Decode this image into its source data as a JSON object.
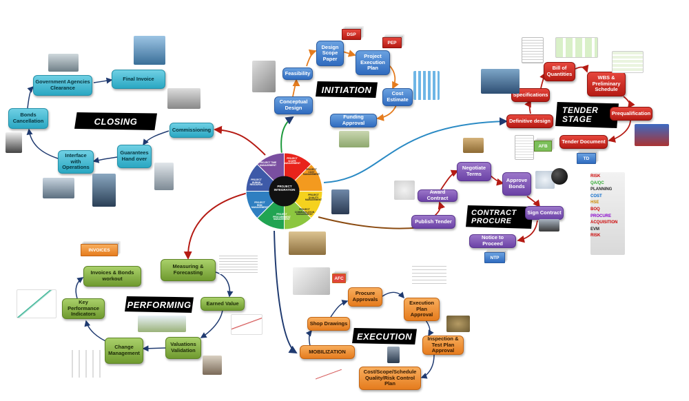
{
  "center": {
    "label": "PROJECT INTEGRATION",
    "segments": [
      "PROJECT SCOPE MANAGEMENT",
      "PROJECT COST MANAGEMENT",
      "PROJECT QUALITY MANAGEMENT",
      "PROJECT COMMUNICATION MANAGEMENT",
      "PROJECT PROCUREMENT MANAGEMENT",
      "PROJECT RISK MANAGEMENT",
      "PROJECT HUMAN RESOURCE",
      "PROJECT TIME MANAGEMENT"
    ]
  },
  "initiation": {
    "title": "INITIATION",
    "nodes": {
      "conceptual": "Conceptual Design",
      "feasibility": "Feasibility",
      "design_scope": "Design Scope Paper",
      "pep_plan": "Project Execution Plan",
      "cost": "Cost Estimate",
      "funding": "Funding Approval"
    },
    "docs": {
      "dsp": "DSP",
      "pep": "PEP"
    }
  },
  "tender": {
    "title": "TENDER STAGE",
    "nodes": {
      "definitive": "Definitive design",
      "specs": "Specifications",
      "boq": "Bill of Quantities",
      "wbs": "WBS & Preliminary Schedule",
      "prequal": "Prequalification",
      "tender_doc": "Tender Document"
    },
    "docs": {
      "afb": "AFB",
      "td": "TD"
    }
  },
  "contract": {
    "title": "CONTRACT PROCURE",
    "nodes": {
      "publish": "Publish Tender",
      "award": "Award Contract",
      "negotiate": "Negotiate Terms",
      "bonds": "Approve Bonds",
      "sign": "Sign Contract",
      "ntp": "Notice to Proceed"
    },
    "docs": {
      "ntp": "NTP"
    }
  },
  "risk_tags": [
    "RISK",
    "QA/QC",
    "PLANNING",
    "COST",
    "HSE",
    "BOQ",
    "PROCURE",
    "ACQUISITION",
    "EVM",
    "RISK"
  ],
  "execution": {
    "title": "EXECUTION",
    "nodes": {
      "mobilization": "MOBILIZATION",
      "shop": "Shop Drawings",
      "procure": "Procure Approvals",
      "exec_plan": "Execution Plan Approval",
      "itp": "Inspection & Test Plan Approval",
      "control": "Cost/Scope/Schedule Quality/Risk Control Plan"
    },
    "docs": {
      "afc": "AFC"
    }
  },
  "performing": {
    "title": "PERFORMING",
    "nodes": {
      "measuring": "Measuring & Forecasting",
      "earned": "Earned Value",
      "valuations": "Valuations Validation",
      "change": "Change Management",
      "kpi": "Key Performance Indicators",
      "invoices": "Invoices & Bonds workout"
    },
    "docs": {
      "invoices": "INVOICES"
    }
  },
  "closing": {
    "title": "CLOSING",
    "nodes": {
      "commissioning": "Commissioning",
      "guarantees": "Guarantees Hand over",
      "interface": "Interface with Operations",
      "bonds": "Bonds Cancellation",
      "gov": "Government Agencies Clearance",
      "final": "Final Invoice"
    }
  },
  "colors": {
    "initiation": "#2f6bbf",
    "tender": "#c0241a",
    "contract": "#6b42a6",
    "execution": "#e57c1e",
    "performing": "#6f9a2f",
    "closing": "#2aa7c2"
  }
}
